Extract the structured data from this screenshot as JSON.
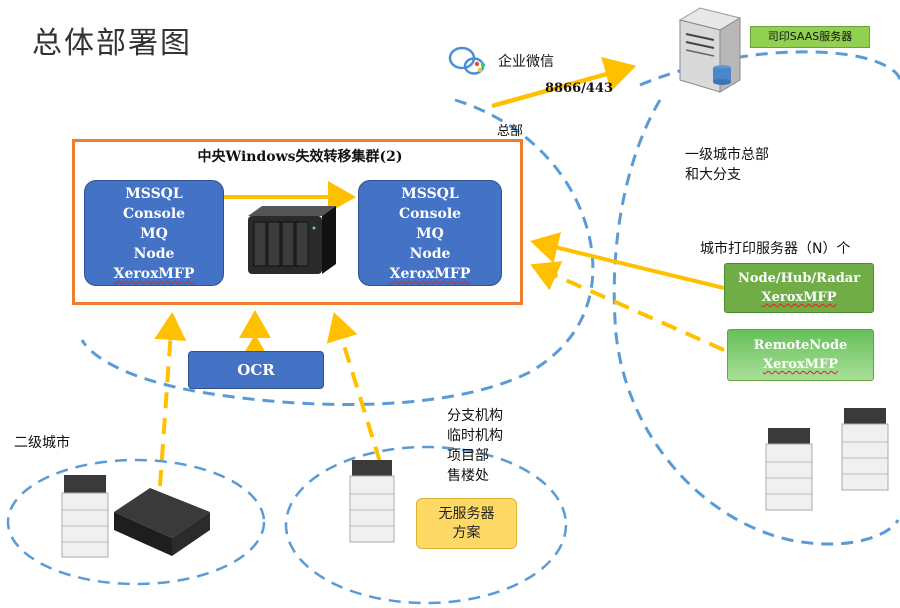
{
  "title": "总体部署图",
  "wechat_label": "企业微信",
  "port_label": "8866/443",
  "hq_label": "总部",
  "saas_label": "司印SAAS服务器",
  "tier1_city": [
    "一级城市总部",
    "和大分支"
  ],
  "cluster": {
    "title": "中央Windows失效转移集群(2)",
    "node_left": [
      "MSSQL",
      "Console",
      "MQ",
      "Node",
      "XeroxMFP"
    ],
    "node_right": [
      "MSSQL",
      "Console",
      "MQ",
      "Node",
      "XeroxMFP"
    ]
  },
  "ocr_label": "OCR",
  "city_print_servers": "城市打印服务器（N）个",
  "node_hub_radar": [
    "Node/Hub/Radar",
    "XeroxMFP"
  ],
  "remote_node": [
    "RemoteNode",
    "XeroxMFP"
  ],
  "branch_labels": [
    "分支机构",
    "临时机构",
    "项目部",
    "售楼处"
  ],
  "no_server_solution": [
    "无服务器",
    "方案"
  ],
  "tier2_city": "二级城市",
  "colors": {
    "cluster_border": "#ed7d31",
    "node_blue": "#4472c4",
    "arrow_orange": "#ffc000",
    "ellipse_blue": "#5b9bd5",
    "green": "#70ad47",
    "yellow": "#ffd966"
  }
}
